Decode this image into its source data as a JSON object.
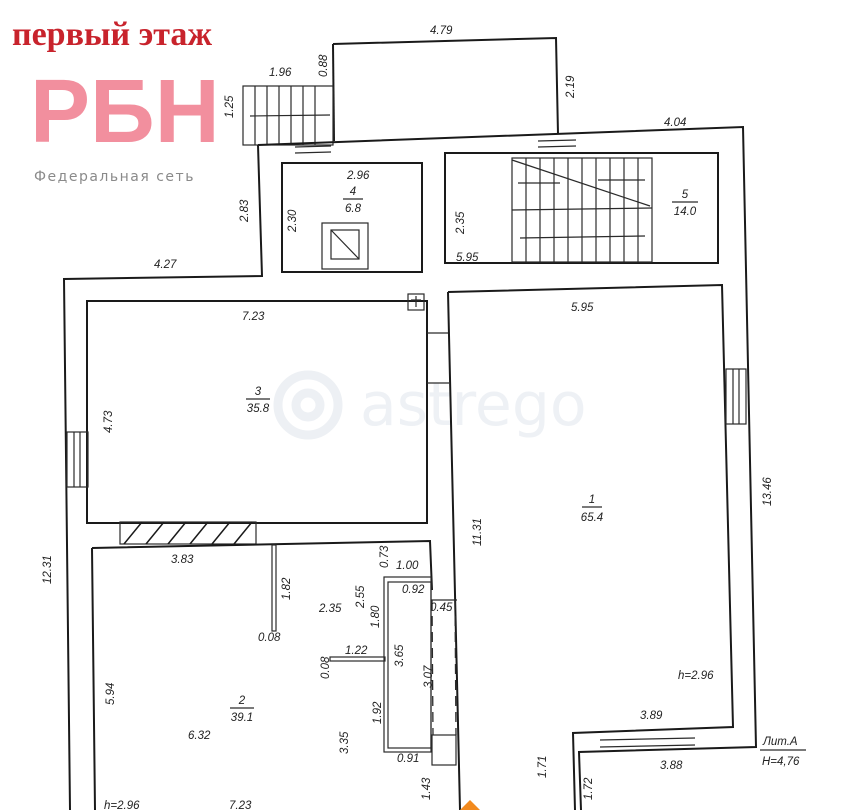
{
  "header": {
    "title": "первый этаж",
    "logo_text": "РБН",
    "logo_subtitle": "Федеральная сеть",
    "title_color": "#c8232c",
    "logo_color": "#f07c8e"
  },
  "watermark": {
    "text": "astrego",
    "icon": "gear-icon"
  },
  "rooms": [
    {
      "number": "1",
      "area": "65.4"
    },
    {
      "number": "2",
      "area": "39.1"
    },
    {
      "number": "3",
      "area": "35.8"
    },
    {
      "number": "4",
      "area": "6.8"
    },
    {
      "number": "5",
      "area": "14.0"
    }
  ],
  "dimensions": {
    "porch_top": "4.79",
    "stair_left_width": "1.96",
    "stair_left_gap": "0.88",
    "stair_left_height": "1.25",
    "porch_right": "2.19",
    "top_right": "4.04",
    "room4_width": "2.96",
    "room4_height": "2.30",
    "room5_height": "2.35",
    "room5_width": "5.95",
    "left_wing_height": "2.83",
    "left_wing_width": "4.27",
    "room3_width": "7.23",
    "room3_height": "4.73",
    "room1_width": "5.95",
    "room1_height": "11.31",
    "right_outer": "13.46",
    "left_outer": "12.31",
    "room2_top": "3.83",
    "partition_1": "1.82",
    "partition_thickness_1": "0.08",
    "d_0_73": "0.73",
    "d_1_00": "1.00",
    "d_0_92": "0.92",
    "d_2_55": "2.55",
    "d_2_35": "2.35",
    "d_1_80": "1.80",
    "d_0_45": "0.45",
    "d_1_22": "1.22",
    "partition_thickness_2": "0.08",
    "d_3_65": "3.65",
    "d_3_07": "3.07",
    "room2_left": "5.94",
    "d_1_92": "1.92",
    "room2_mid": "6.32",
    "d_3_35": "3.35",
    "d_0_91": "0.91",
    "d_1_43": "1.43",
    "room2_bottom": "7.23",
    "room2_height": "h=2.96",
    "room1_ceiling": "h=2.96",
    "d_3_89": "3.89",
    "d_3_88": "3.88",
    "d_1_71": "1.71",
    "d_1_72": "1.72"
  },
  "legend": {
    "lit": "Лит.А",
    "height": "H=4,76"
  }
}
